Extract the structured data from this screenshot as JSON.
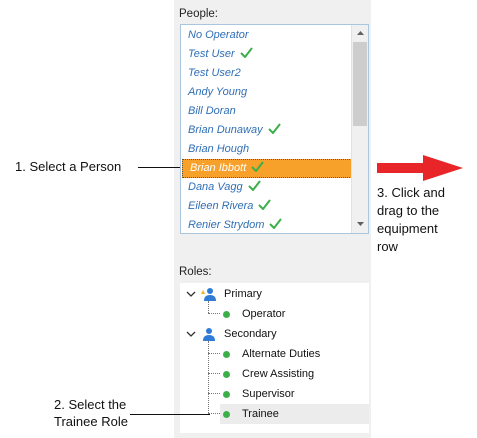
{
  "people_panel": {
    "label": "People:",
    "people": [
      {
        "name": "No Operator",
        "checked": false
      },
      {
        "name": "Test User",
        "checked": true
      },
      {
        "name": "Test User2",
        "checked": false
      },
      {
        "name": "Andy Young",
        "checked": false
      },
      {
        "name": "Bill Doran",
        "checked": false
      },
      {
        "name": "Brian Dunaway",
        "checked": true
      },
      {
        "name": "Brian Hough",
        "checked": false
      },
      {
        "name": "Brian Ibbott",
        "checked": true,
        "selected": true
      },
      {
        "name": "Dana Vagg",
        "checked": true
      },
      {
        "name": "Eileen Rivera",
        "checked": true
      },
      {
        "name": "Renier Strydom",
        "checked": true
      }
    ]
  },
  "roles_panel": {
    "label": "Roles:",
    "groups": [
      {
        "name": "Primary",
        "roles": [
          "Operator"
        ]
      },
      {
        "name": "Secondary",
        "roles": [
          "Alternate Duties",
          "Crew Assisting",
          "Supervisor",
          "Trainee"
        ]
      }
    ],
    "selected_role": "Trainee"
  },
  "annotations": {
    "step1": "1. Select a Person",
    "step2_line1": "2. Select the",
    "step2_line2": "Trainee Role",
    "step3_line1": "3. Click and",
    "step3_line2": "drag to the",
    "step3_line3": "equipment",
    "step3_line4": "row"
  },
  "colors": {
    "selection": "#f7a12a",
    "person_text": "#2f6fb6",
    "check": "#3cae4a",
    "role_dot": "#3cae4a",
    "arrow": "#e8262a"
  }
}
